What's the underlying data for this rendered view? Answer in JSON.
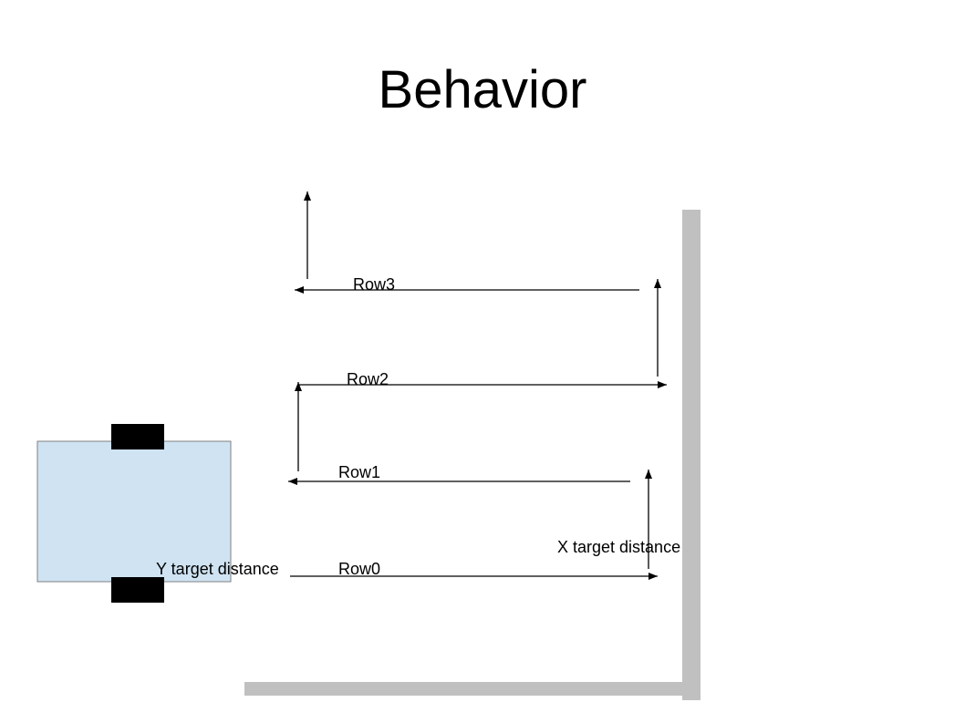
{
  "slide": {
    "title": "Behavior"
  },
  "diagram": {
    "rows": {
      "row0": "Row0",
      "row1": "Row1",
      "row2": "Row2",
      "row3": "Row3"
    },
    "x_target_label": "X target distance",
    "y_target_label": "Y target distance"
  },
  "colors": {
    "wall": "#c0c0c0",
    "robot_body": "#cfe3f2",
    "robot_wheel": "#000000",
    "arrow": "#000000"
  }
}
